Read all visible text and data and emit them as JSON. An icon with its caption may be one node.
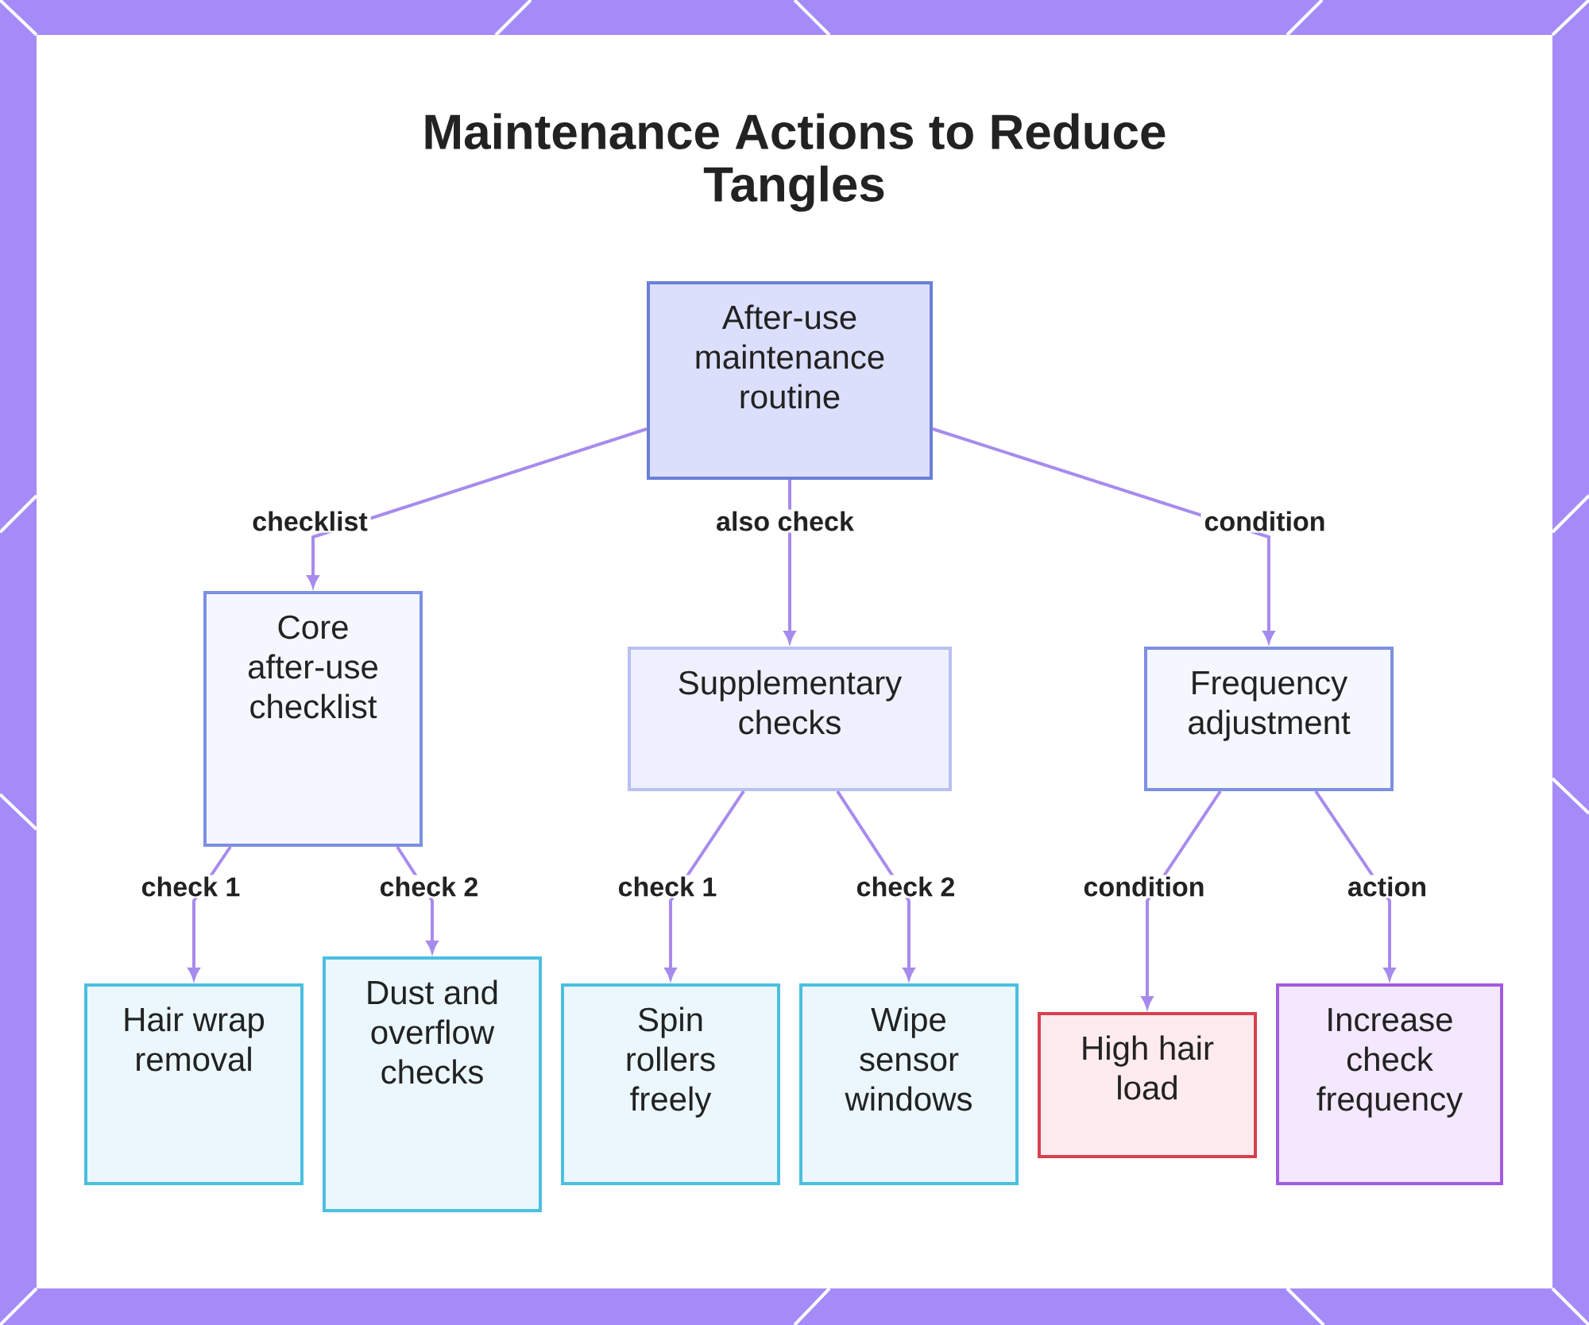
{
  "diagram": {
    "title": "Maintenance Actions to Reduce Tangles",
    "nodes": [
      {
        "text": [
          "After-use maintenance routine"
        ]
      },
      {
        "text": [
          "Core after-use checklist"
        ]
      },
      {
        "text": [
          "Supplementary checks"
        ]
      },
      {
        "text": [
          "Frequency adjustment"
        ]
      },
      {
        "text": [
          "Hair wrap removal"
        ]
      },
      {
        "text": [
          "Dust and overflow checks"
        ]
      },
      {
        "text": [
          "Spin rollers freely"
        ]
      },
      {
        "text": [
          "Wipe sensor windows"
        ]
      },
      {
        "text": [
          "High hair load"
        ]
      },
      {
        "text": [
          "Increase check frequency"
        ]
      }
    ],
    "edges": [
      {
        "from": 0,
        "to": 1,
        "arrow": "to",
        "label": "checklist"
      },
      {
        "from": 0,
        "to": 2,
        "arrow": "to",
        "label": "also check"
      },
      {
        "from": 0,
        "to": 3,
        "arrow": "to",
        "label": "condition"
      },
      {
        "from": 1,
        "to": 4,
        "arrow": "to",
        "label": "check 1"
      },
      {
        "from": 1,
        "to": 5,
        "arrow": "to",
        "label": "check 2"
      },
      {
        "from": 2,
        "to": 6,
        "arrow": "to",
        "label": "check 1"
      },
      {
        "from": 2,
        "to": 7,
        "arrow": "to",
        "label": "check 2"
      },
      {
        "from": 3,
        "to": 8,
        "arrow": "to",
        "label": "condition"
      },
      {
        "from": 3,
        "to": 9,
        "arrow": "to",
        "label": "action"
      }
    ]
  }
}
